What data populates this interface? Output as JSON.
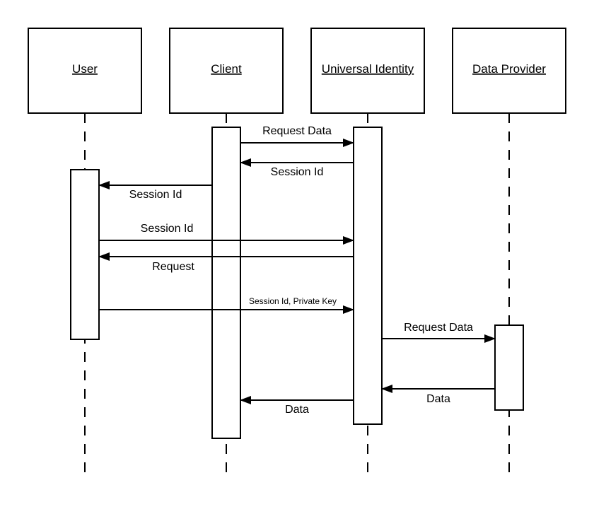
{
  "actors": [
    {
      "id": "user",
      "label": "User"
    },
    {
      "id": "client",
      "label": "Client"
    },
    {
      "id": "universal_identity",
      "label": "Universal Identity"
    },
    {
      "id": "data_provider",
      "label": "Data Provider"
    }
  ],
  "messages": [
    {
      "from": "client",
      "to": "universal_identity",
      "label": "Request Data"
    },
    {
      "from": "universal_identity",
      "to": "client",
      "label": "Session Id"
    },
    {
      "from": "client",
      "to": "user",
      "label": "Session Id"
    },
    {
      "from": "user",
      "to": "universal_identity",
      "label": "Session Id"
    },
    {
      "from": "universal_identity",
      "to": "user",
      "label": "Request"
    },
    {
      "from": "user",
      "to": "universal_identity",
      "label": "Session Id, Private Key"
    },
    {
      "from": "universal_identity",
      "to": "data_provider",
      "label": "Request Data"
    },
    {
      "from": "data_provider",
      "to": "universal_identity",
      "label": "Data"
    },
    {
      "from": "universal_identity",
      "to": "client",
      "label": "Data"
    }
  ],
  "colors": {
    "stroke": "#000000",
    "background": "#ffffff"
  }
}
